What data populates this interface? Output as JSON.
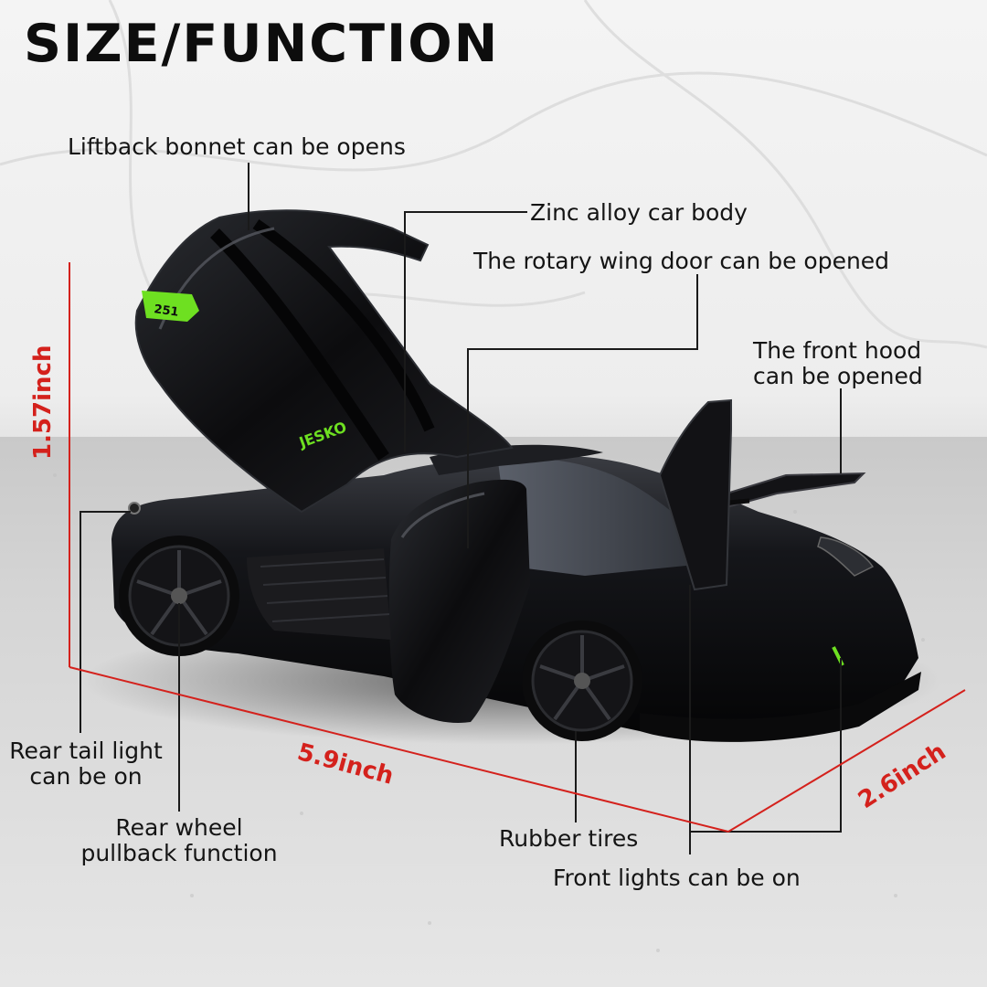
{
  "title": "SIZE/FUNCTION",
  "labels": {
    "liftback": "Liftback bonnet can be opens",
    "zinc": "Zinc alloy car body",
    "rotary_door": "The rotary wing door can be opened",
    "front_hood_line1": "The front hood",
    "front_hood_line2": "can be opened",
    "rear_tail_line1": "Rear tail light",
    "rear_tail_line2": "can be on",
    "rear_wheel_line1": "Rear wheel",
    "rear_wheel_line2": "pullback function",
    "rubber_tires": "Rubber tires",
    "front_lights": "Front lights can be on"
  },
  "dimensions": {
    "height": "1.57inch",
    "length": "5.9inch",
    "width": "2.6inch"
  },
  "car_badges": {
    "number": "251",
    "name": "JESKO"
  },
  "colors": {
    "dimension_lines": "#d4211c",
    "callout_lines": "#1a1a1a",
    "accent": "#6ee021",
    "car_body": "#0e0e10"
  }
}
